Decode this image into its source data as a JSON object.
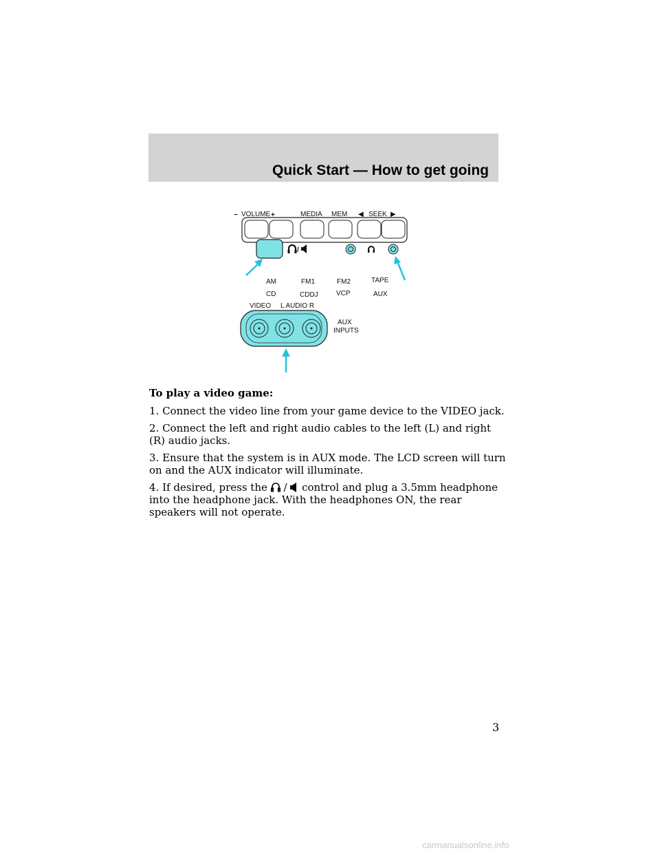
{
  "header": {
    "title": "Quick Start — How to get going"
  },
  "diagram": {
    "labels": {
      "volume_minus": "−",
      "volume": "VOLUME",
      "volume_plus": "+",
      "media": "MEDIA",
      "mem": "MEM",
      "seek_left": "◀",
      "seek": "SEEK",
      "seek_right": "▶",
      "am": "AM",
      "fm1": "FM1",
      "fm2": "FM2",
      "tape": "TAPE",
      "cd": "CD",
      "cddj": "CDDJ",
      "vcp": "VCP",
      "aux": "AUX",
      "video": "VIDEO",
      "audio": "L AUDIO R",
      "aux_inputs_1": "AUX",
      "aux_inputs_2": "INPUTS"
    },
    "colors": {
      "highlight": "#7fe3e6",
      "arrow": "#22c3e0"
    },
    "icons": [
      "headphone-icon",
      "speaker-icon"
    ]
  },
  "content": {
    "heading": "To play a video game:",
    "step1": "1. Connect the video line from your game device to the VIDEO jack.",
    "step2": "2. Connect the left and right audio cables to the left (L) and right (R) audio jacks.",
    "step3": "3. Ensure that the system is in AUX mode. The LCD screen will turn on and the AUX indicator will illuminate.",
    "step4_before": "4. If desired, press the",
    "step4_slash": "/",
    "step4_after": "control and plug a 3.5mm headphone into the headphone jack. With the headphones ON, the rear speakers will not operate."
  },
  "page_number": "3",
  "watermark": "carmanualsonline.info"
}
